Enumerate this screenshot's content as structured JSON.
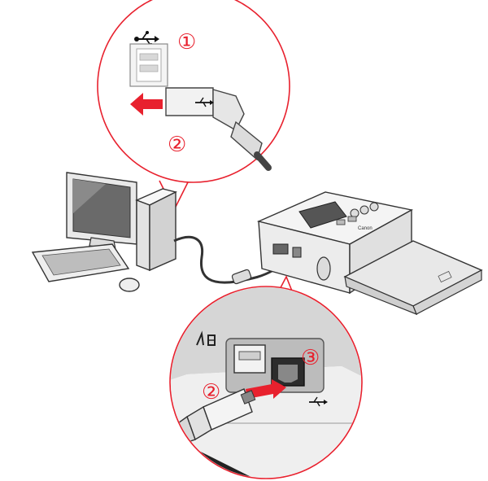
{
  "callouts": {
    "step1": "①",
    "step2_top": "②",
    "step2_bottom": "②",
    "step3": "③"
  },
  "printer": {
    "brand": "Canon"
  },
  "colors": {
    "callout_outline": "#e8212e",
    "arrow": "#e8212e",
    "device_body": "#f2f2f2",
    "device_outline": "#333333",
    "screen": "#555555",
    "cable": "#444444"
  },
  "icons": [
    "usb-icon",
    "computer-tower",
    "monitor",
    "keyboard",
    "mouse",
    "printer",
    "usb-a-plug",
    "usb-b-plug",
    "usb-a-port",
    "usb-b-port",
    "insert-arrow"
  ]
}
